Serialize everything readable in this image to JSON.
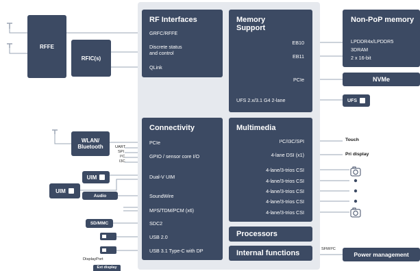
{
  "left": {
    "rffe": "RFFE",
    "rfic": "RFIC(s)",
    "wlan": "WLAN/\nBluetooth",
    "uim_top": "UIM",
    "uim_left": "UIM",
    "audio": "Audio",
    "sdmmc": "SD/MMC",
    "displayport": "DisplayPort",
    "ext_display": "Ext display",
    "bus_labels": [
      "UART",
      "SPI",
      "I²C",
      "I3C"
    ]
  },
  "soc": {
    "rf_interfaces": {
      "title": "RF Interfaces",
      "items": [
        "GRFC/RFFE",
        "Discrete status\nand control",
        "QLink"
      ]
    },
    "memory_support": {
      "title": "Memory\nSupport",
      "items": [
        "EB10",
        "EB11",
        "PCIe",
        "UFS 2.x/3.1 G4 2-lane"
      ]
    },
    "connectivity": {
      "title": "Connectivity",
      "items": [
        "PCIe",
        "GPIO / sensor core I/O",
        "Dual-V UIM",
        "SoundWire",
        "MI²S/TDM/PCM (x6)",
        "SDC2",
        "USB 2.0",
        "USB 3.1 Type-C with DP"
      ]
    },
    "multimedia": {
      "title": "Multimedia",
      "items": [
        "I²C/I3C/SPI",
        "4-lane DSI (x1)",
        "4-lane/3-trios CSI",
        "4-lane/3-trios CSI",
        "4-lane/3-trios CSI",
        "4-lane/3-trios CSI",
        "4-lane/3-trios CSI"
      ]
    },
    "processors": "Processors",
    "internal_functions": "Internal functions"
  },
  "right": {
    "nonpop": {
      "title": "Non-PoP memory",
      "lines": [
        "LPDDR4x/LPDDR5",
        "3DRAM",
        "2 x 16-bit"
      ]
    },
    "nvme": "NVMe",
    "ufs": "UFS",
    "touch": "Touch",
    "pri_display": "Pri display",
    "sfm": "SFM/I²C",
    "power": "Power management"
  },
  "colors": {
    "block": "#3c4a63",
    "soc_bg": "#e6e9ee",
    "wire": "#9aa4b4"
  },
  "icons": [
    "antenna-icon",
    "camera-icon",
    "dot-icon",
    "sim-card-icon",
    "usb-plug-icon"
  ]
}
